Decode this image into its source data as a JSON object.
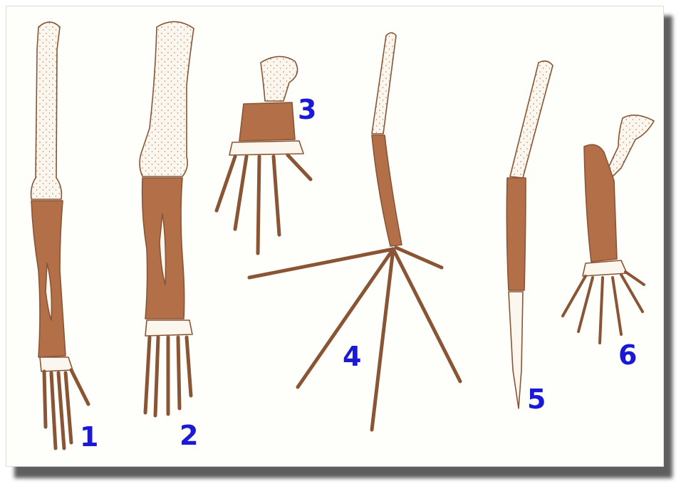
{
  "colors": {
    "bone_pale": "#fbf7ee",
    "bone_brown": "#b36f48",
    "outline": "#8a5535",
    "label": "#1a1ad6",
    "shadow": "#5e5e5e",
    "background": "#fefefa"
  },
  "limbs": [
    {
      "label": "1"
    },
    {
      "label": "2"
    },
    {
      "label": "3"
    },
    {
      "label": "4"
    },
    {
      "label": "5"
    },
    {
      "label": "6"
    }
  ]
}
